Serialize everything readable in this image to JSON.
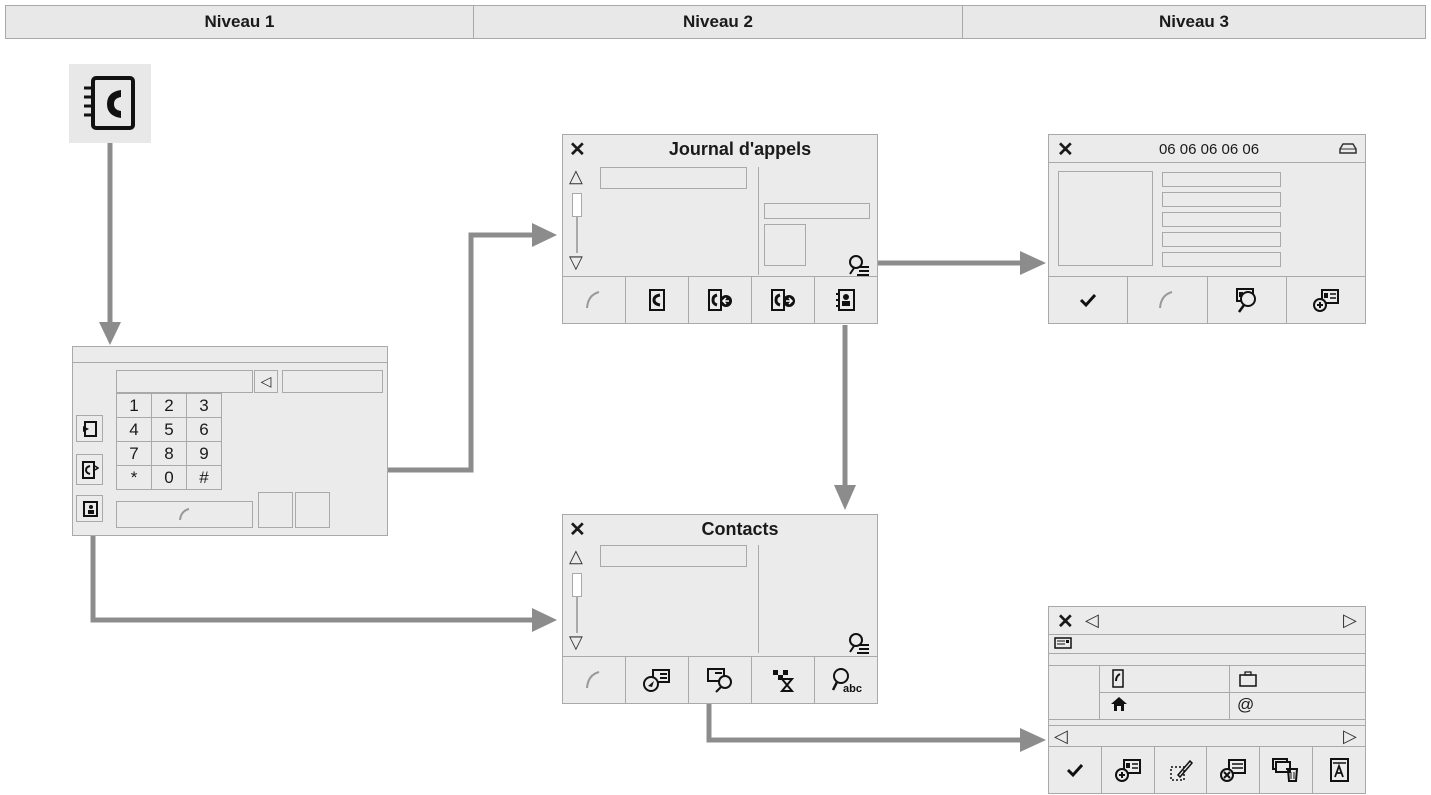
{
  "headers": [
    "Niveau 1",
    "Niveau 2",
    "Niveau 3"
  ],
  "call_log": {
    "title": "Journal d'appels"
  },
  "contacts": {
    "title": "Contacts"
  },
  "contact_detail": {
    "phone_number": "06 06 06 06 06"
  },
  "keypad": {
    "keys": [
      "1",
      "2",
      "3",
      "4",
      "5",
      "6",
      "7",
      "8",
      "9",
      "*",
      "0",
      "#"
    ]
  },
  "edit": {
    "at_symbol": "@"
  },
  "colors": {
    "arrow": "#8c8c8c",
    "screen_bg": "#ebebeb",
    "border": "#a9a9a9"
  },
  "icons": [
    "phone-book-icon",
    "close-icon",
    "handset-icon",
    "magnify-list-icon",
    "contacts-book-icon",
    "check-icon",
    "vehicle-icon",
    "add-contact-icon",
    "edit-pencil-icon",
    "delete-contact-icon",
    "trash-icon",
    "home-icon",
    "mobile-phone-icon",
    "briefcase-icon"
  ]
}
